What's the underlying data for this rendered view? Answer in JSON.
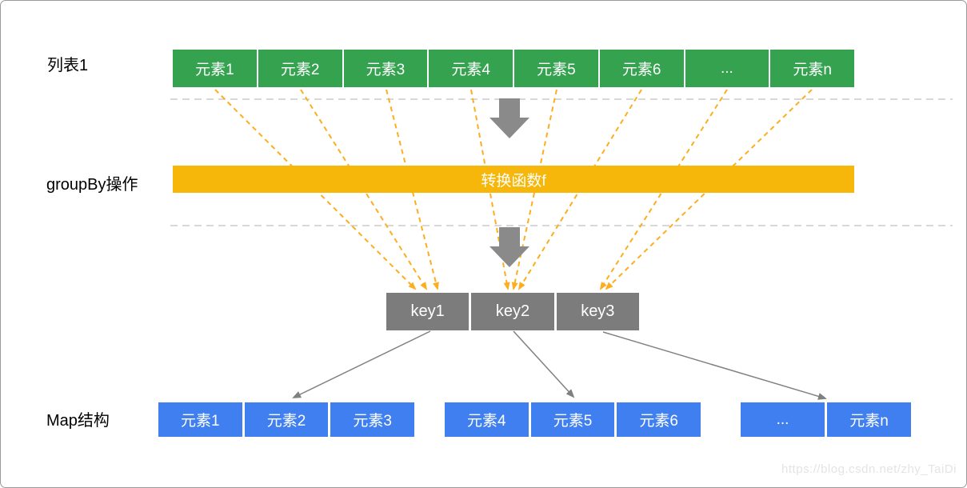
{
  "labels": {
    "list_row": "列表1",
    "groupby": "groupBy操作",
    "map_row": "Map结构"
  },
  "list_row": {
    "cells": [
      "元素1",
      "元素2",
      "元素3",
      "元素4",
      "元素5",
      "元素6",
      "...",
      "元素n"
    ]
  },
  "function_bar": {
    "label": "转换函数f"
  },
  "keys_row": {
    "cells": [
      "key1",
      "key2",
      "key3"
    ]
  },
  "map_groups": {
    "group1": {
      "cells": [
        "元素1",
        "元素2",
        "元素3"
      ]
    },
    "group2": {
      "cells": [
        "元素4",
        "元素5",
        "元素6"
      ]
    },
    "group3": {
      "cells": [
        "...",
        "元素n"
      ]
    }
  },
  "connections": {
    "key1_sources": [
      "元素1",
      "元素2",
      "元素3"
    ],
    "key2_sources": [
      "元素4",
      "元素5",
      "元素6"
    ],
    "key3_sources": [
      "...",
      "元素n"
    ]
  },
  "watermark": "https://blog.csdn.net/zhy_TaiDi",
  "colors": {
    "green": "#34a24f",
    "gold": "#f6b70a",
    "blue": "#3f7ff0",
    "keygray": "#7c7c7c",
    "blockarrow": "#8a8a8a",
    "thinarrow": "#808080",
    "dashline": "#cccccc",
    "dashorange": "#fcae1e"
  }
}
